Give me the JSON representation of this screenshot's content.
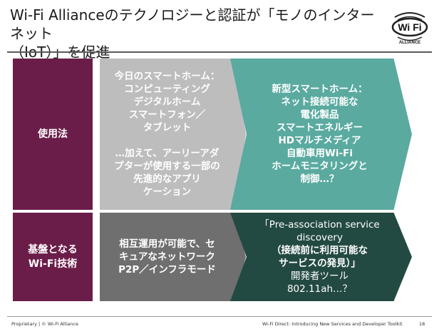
{
  "slide": {
    "title_line1": "Wi-Fi Allianceのテクノロジーと認証が「モノのインターネット",
    "title_line2": "（IoT）」を促進"
  },
  "logo": {
    "text": "Wi Fi",
    "subtext": "ALLIANCE",
    "icon": "wifi-alliance-logo"
  },
  "rows": {
    "usage": {
      "label": "使用法",
      "today": [
        "今日のスマートホーム：",
        "コンピューティング",
        "デジタルホーム",
        "スマートフォン／",
        "タブレット"
      ],
      "today_extra": [
        "…加えて、アーリーアダ",
        "プターが使用する一部の",
        "先進的なアプリ",
        "ケーション"
      ],
      "future": [
        "新型スマートホーム：",
        "ネット接続可能な",
        "電化製品",
        "スマートエネルギー",
        "HDマルチメディア",
        "自動車用Wi-Fi",
        "ホームモニタリングと",
        "制御…？"
      ]
    },
    "foundation": {
      "label_line1": "基盤となる",
      "label_line2": "Wi-Fi技術",
      "current": [
        "相互運用が可能で、セ",
        "キュアなネットワーク",
        "P2P／インフラモード"
      ],
      "future": [
        "「Pre-association service",
        "discovery",
        "（接続前に利用可能な",
        "サービスの発見）」",
        "開発者ツール",
        "802.11ah…？"
      ]
    }
  },
  "footer": {
    "left": "Proprietary  |  © Wi-Fi Alliance",
    "center": "Wi-Fi Direct: Introducing New Services and Developer Toolkit",
    "page": "18"
  },
  "colors": {
    "label_bg": "#6b1d49",
    "light_gray": "#bdbdbd",
    "teal": "#5aaaa0",
    "dark_gray": "#6f6f6f",
    "dark_green": "#234a42"
  }
}
